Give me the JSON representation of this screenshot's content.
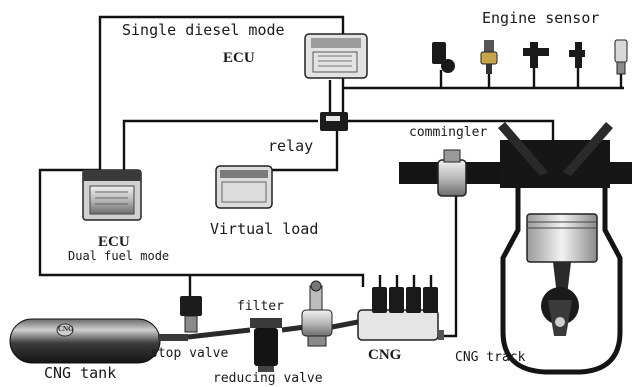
{
  "labels": {
    "single_diesel_mode": "Single diesel mode",
    "ecu_top": "ECU",
    "engine_sensor": "Engine sensor",
    "relay": "relay",
    "commingler": "commingler",
    "ecu_left": "ECU",
    "dual_fuel_mode": "Dual fuel mode",
    "virtual_load": "Virtual load",
    "filter": "filter",
    "stop_valve": "stop valve",
    "cng_tank": "CNG tank",
    "reducing_valve": "reducing valve",
    "cng": "CNG",
    "cng_track": "CNG track",
    "tank_badge": "CNG"
  },
  "colors": {
    "wire": "#111111",
    "metal_dark": "#2b2b2b",
    "metal_mid": "#7a7a7a",
    "metal_light": "#d6d6d6",
    "ecu_fill": "#cfcfcf",
    "text": "#1a1a1a"
  },
  "icons": {
    "ecu_top": "ecu-module-icon",
    "ecu_left": "ecu-module-icon",
    "virtual_load": "virtual-load-module-icon",
    "relay": "relay-icon",
    "engine_sensors": [
      "sensor-icon",
      "sensor-icon",
      "sensor-icon",
      "sensor-icon",
      "sensor-icon"
    ],
    "cng_tank": "gas-cylinder-icon",
    "stop_valve": "solenoid-valve-icon",
    "filter": "filter-icon",
    "reducing_valve": "pressure-reducer-icon",
    "cng_rail": "injector-rail-icon",
    "engine": "engine-cylinder-icon",
    "commingler": "gas-mixer-icon"
  }
}
